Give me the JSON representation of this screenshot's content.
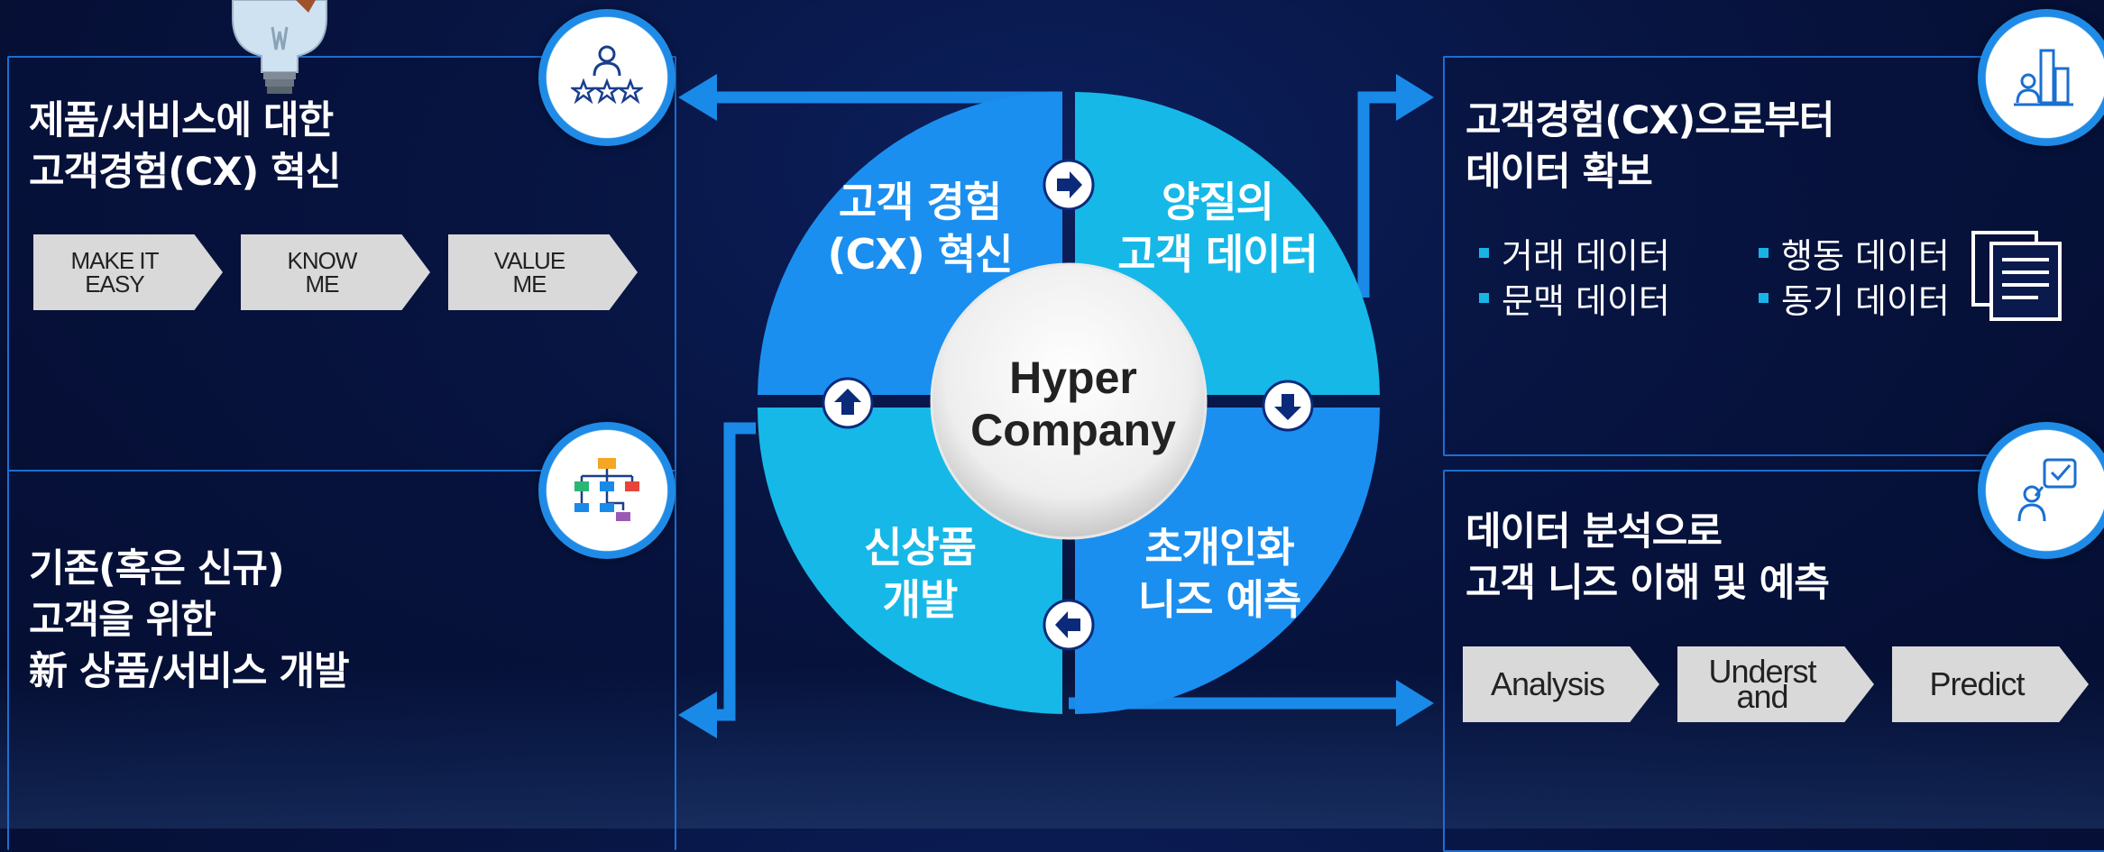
{
  "panels": {
    "top_left": {
      "title_line1": "제품/서비스에 대한",
      "title_line2": "고객경험(CX) 혁신",
      "steps": [
        "MAKE IT\nEASY",
        "KNOW\nME",
        "VALUE\nME"
      ]
    },
    "bottom_left": {
      "title_line1": "기존(혹은 신규)",
      "title_line2": "고객을 위한",
      "title_line3": "新 상품/서비스 개발"
    },
    "top_right": {
      "title_line1": "고객경험(CX)으로부터",
      "title_line2": "데이터 확보",
      "bullets": [
        "거래 데이터",
        "행동 데이터",
        "문맥 데이터",
        "동기 데이터"
      ]
    },
    "bottom_right": {
      "title_line1": "데이터 분석으로",
      "title_line2": "고객 니즈 이해 및 예측",
      "steps": [
        "Analysis",
        "Underst\nand",
        "Predict"
      ]
    }
  },
  "cycle": {
    "center_line1": "Hyper",
    "center_line2": "Company",
    "quadrants": {
      "top_left": [
        "고객 경험",
        "(CX) 혁신"
      ],
      "top_right": [
        "양질의",
        "고객 데이터"
      ],
      "bottom_right": [
        "초개인화",
        "니즈 예측"
      ],
      "bottom_left": [
        "신상품",
        "개발"
      ]
    }
  },
  "icons": {
    "top_left": "star-rating-person-icon",
    "bottom_left": "org-chart-icon",
    "top_right": "bar-chart-person-icon",
    "bottom_right": "checklist-person-icon",
    "document": "document-stack-icon",
    "bulb": "light-bulb-icon"
  },
  "colors": {
    "quad_dark": "#1b8ff0",
    "quad_light": "#16b8e8",
    "arrow": "#1a8ae8",
    "panel_border": "#1b6fd1"
  }
}
